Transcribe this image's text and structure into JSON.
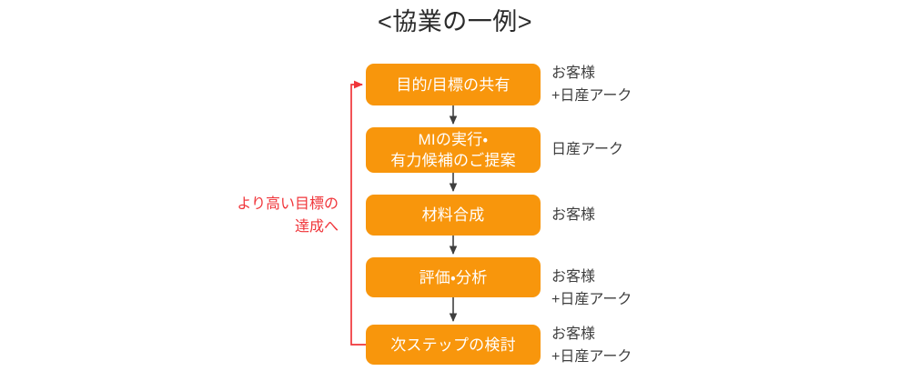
{
  "title": "<協業の一例>",
  "colors": {
    "box_fill": "#F8960C",
    "box_text": "#FFFFFF",
    "arrow": "#3F3F3F",
    "feedback": "#F0353A",
    "label_text": "#3F3F3F",
    "background": "#FFFFFF"
  },
  "flow": {
    "steps": [
      {
        "id": "step-1",
        "label": "目的/目標の共有",
        "role": "お客様\n+日産アーク"
      },
      {
        "id": "step-2",
        "label": "MIの実行・\n有力候補のご提案",
        "role": "日産アーク"
      },
      {
        "id": "step-3",
        "label": "材料合成",
        "role": "お客様"
      },
      {
        "id": "step-4",
        "label": "評価・分析",
        "role": "お客様\n+日産アーク"
      },
      {
        "id": "step-5",
        "label": "次ステップの検討",
        "role": "お客様\n+日産アーク"
      }
    ],
    "connector_count": 4,
    "feedback_note": "より高い目標の\n達成へ",
    "feedback_from": "step-5",
    "feedback_to": "step-1"
  },
  "icons": {
    "down_arrow": "down-arrow-icon",
    "feedback_arrow": "feedback-loop-arrow-icon"
  }
}
